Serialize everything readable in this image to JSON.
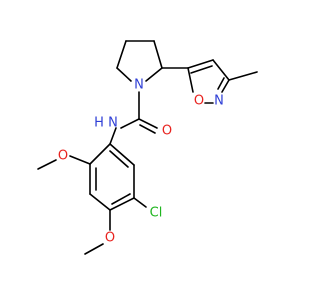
{
  "atoms": {
    "n_pyrrolidine": {
      "label": "N",
      "color": "#2f3fd6"
    },
    "n_amide": {
      "label": "N",
      "color": "#2f3fd6"
    },
    "h_amide": {
      "label": "H",
      "color": "#2f3fd6"
    },
    "o_carbonyl": {
      "label": "O",
      "color": "#e8231f"
    },
    "o_isoxazole": {
      "label": "O",
      "color": "#e8231f"
    },
    "n_isoxazole": {
      "label": "N",
      "color": "#2f3fd6"
    },
    "o_methoxy_top": {
      "label": "O",
      "color": "#e8231f"
    },
    "o_methoxy_bottom": {
      "label": "O",
      "color": "#e8231f"
    },
    "cl": {
      "label": "Cl",
      "color": "#1fb51f"
    }
  }
}
